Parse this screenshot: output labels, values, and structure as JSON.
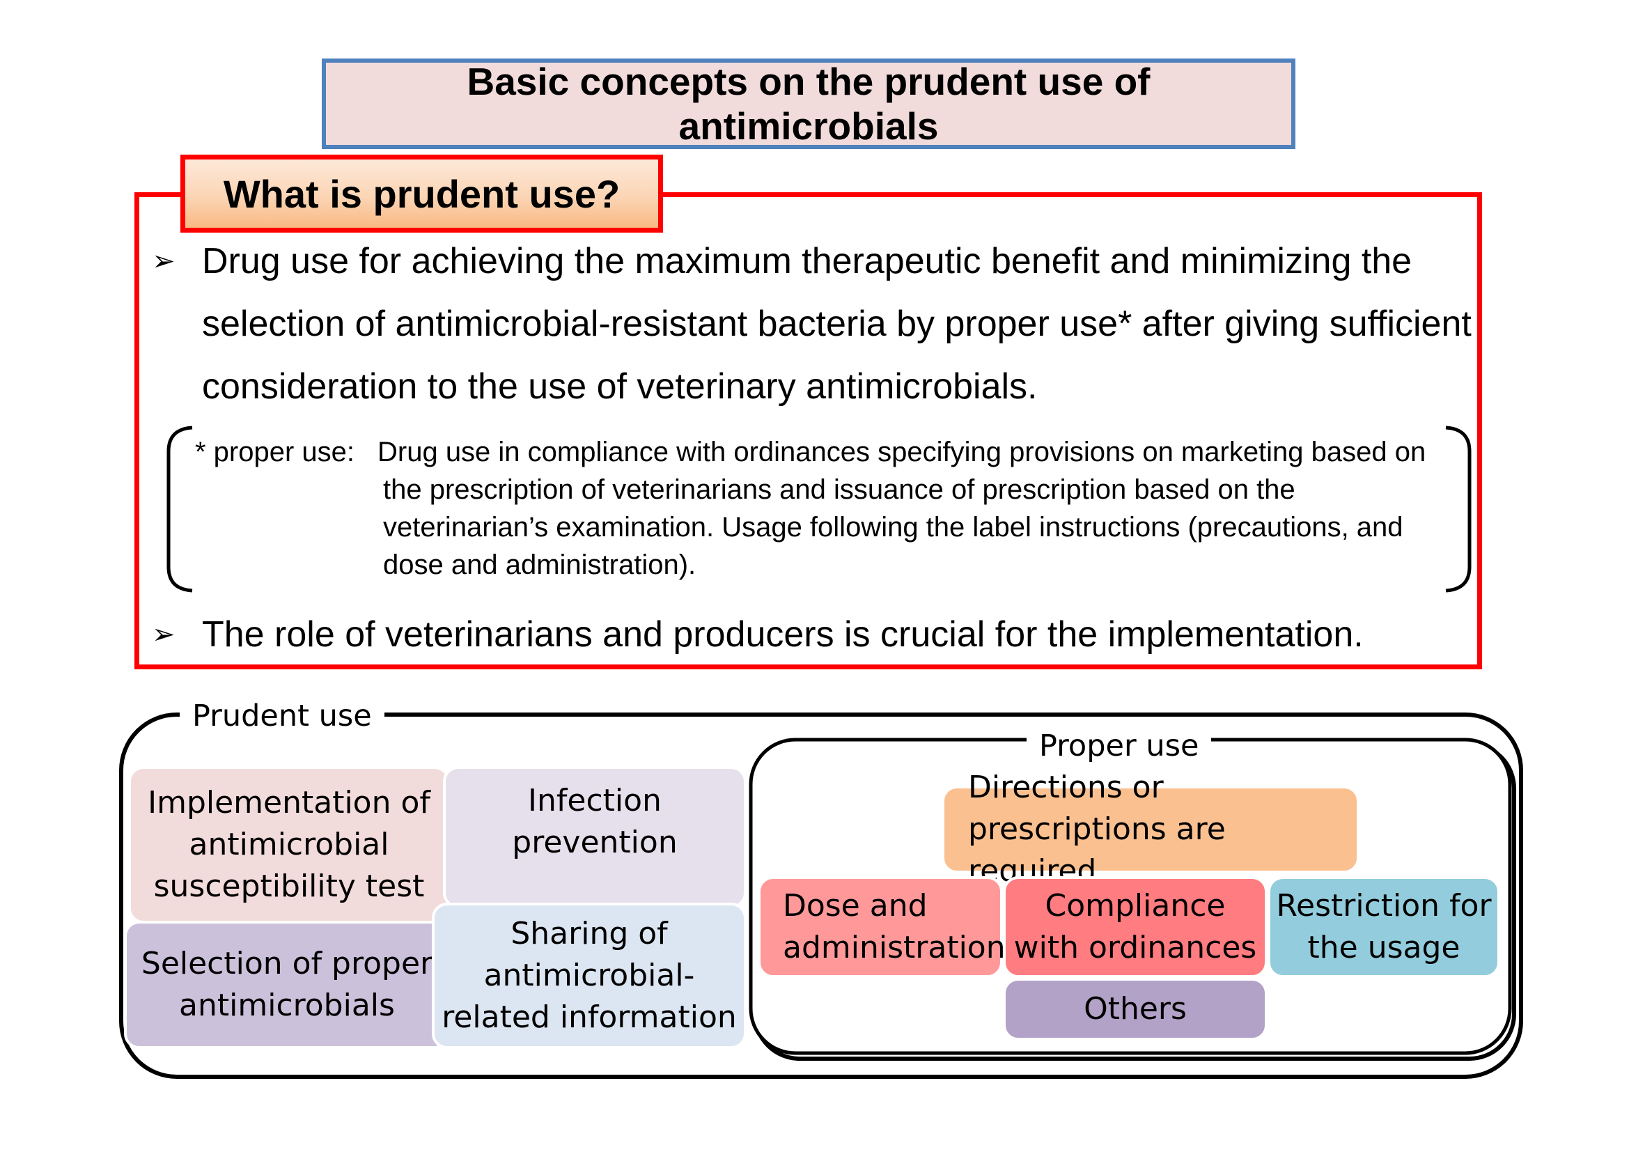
{
  "title": "Basic concepts on the prudent use of antimicrobials",
  "question": "What is prudent use?",
  "bullet_symbol": "➢",
  "bullets": [
    "Drug use for achieving the maximum therapeutic benefit and minimizing the selection of antimicrobial-resistant bacteria by proper use* after giving sufficient consideration to the use of veterinary antimicrobials.",
    "The role of veterinarians and producers is crucial for the implementation."
  ],
  "footnote": {
    "term": "* proper use:",
    "definition": "Drug use in compliance with ordinances specifying provisions on marketing based on the prescription of veterinarians and issuance of prescription based on the veterinarian’s examination. Usage following the label instructions (precautions, and dose and administration)."
  },
  "prudent_use": {
    "label": "Prudent use",
    "items": [
      {
        "text": "Implementation of antimicrobial susceptibility test",
        "color": "#f2dcdb"
      },
      {
        "text": "Infection prevention",
        "color": "#e6e0ec"
      },
      {
        "text": "Selection of proper antimicrobials",
        "color": "#ccc1da"
      },
      {
        "text": "Sharing of antimicrobial-related information",
        "color": "#dce6f2"
      }
    ]
  },
  "proper_use": {
    "label": "Proper use",
    "items": [
      {
        "text": "Directions or prescriptions are required",
        "color": "#fac090"
      },
      {
        "text": "Dose and administration",
        "color": "#ff9999"
      },
      {
        "text": "Compliance with ordinances",
        "color": "#ff7c80"
      },
      {
        "text": "Restriction for the usage",
        "color": "#93cddd"
      },
      {
        "text": "Others",
        "color": "#b3a2c7"
      }
    ]
  }
}
